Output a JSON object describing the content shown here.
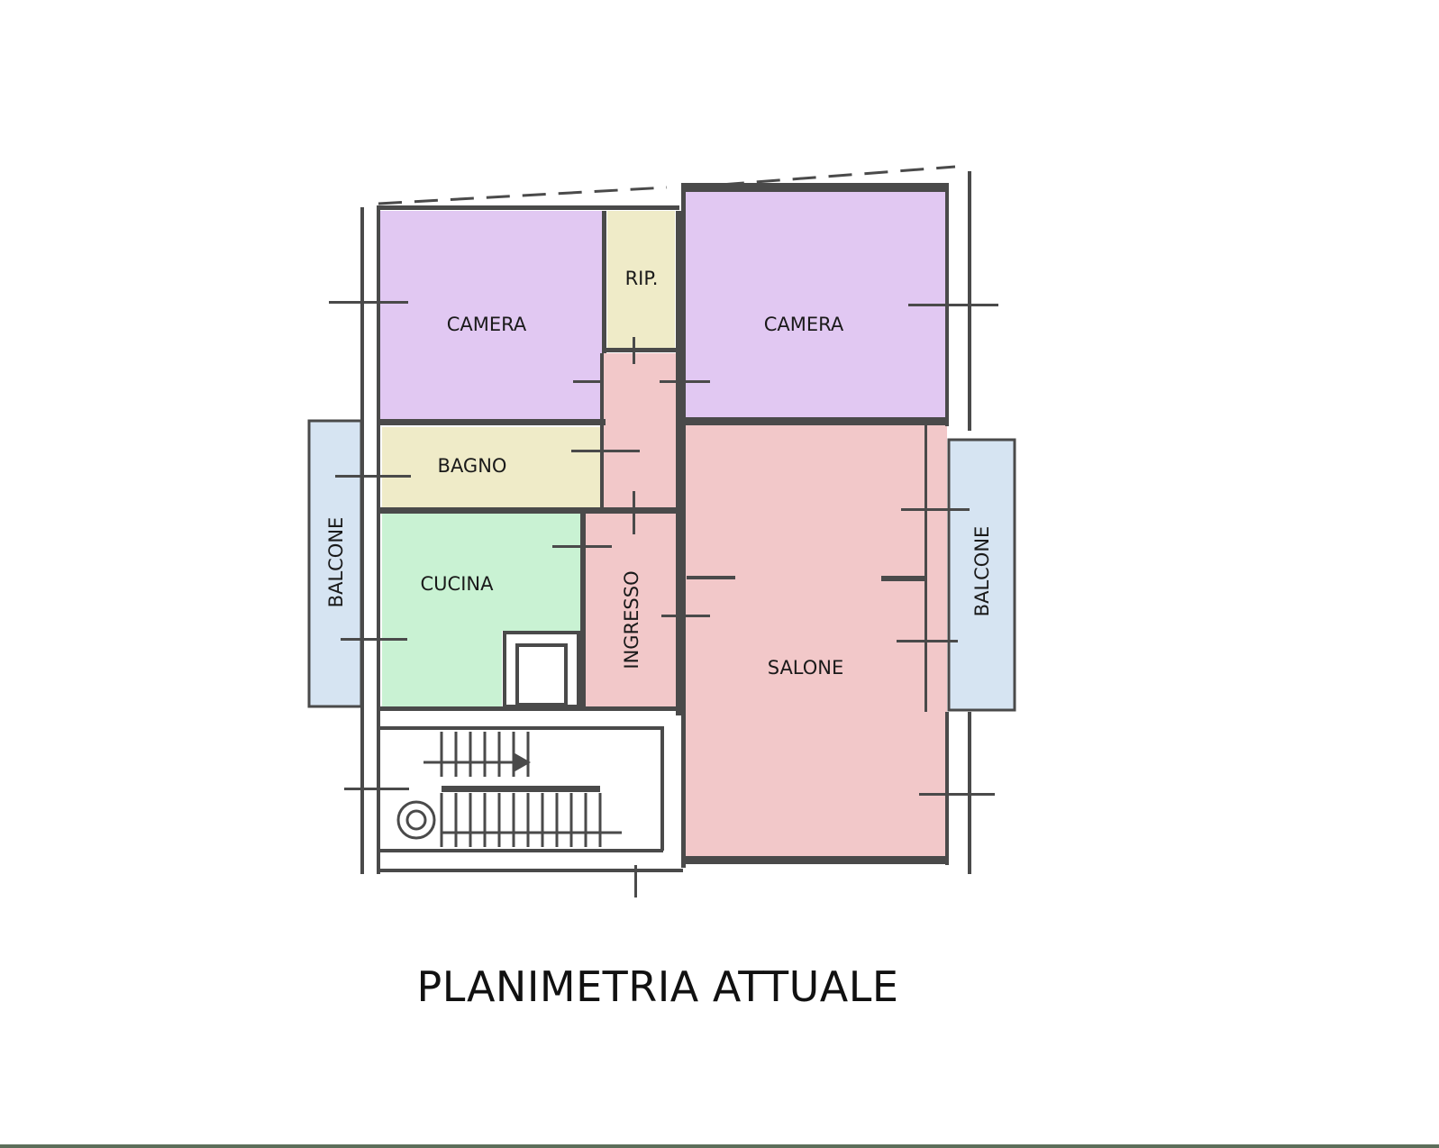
{
  "title": "PLANIMETRIA ATTUALE",
  "colors": {
    "camera": "#e1c8f2",
    "rip": "#efebc8",
    "bagno": "#efebc8",
    "cucina": "#c9f2d3",
    "ingresso": "#f2c8c9",
    "salone": "#f2c8c9",
    "balcone": "#d6e4f2",
    "wall": "#4a4a4a"
  },
  "rooms": {
    "camera_left": "CAMERA",
    "rip": "RIP.",
    "camera_right": "CAMERA",
    "bagno": "BAGNO",
    "cucina": "CUCINA",
    "ingresso": "INGRESSO",
    "salone": "SALONE",
    "balcone_left": "BALCONE",
    "balcone_right": "BALCONE"
  }
}
